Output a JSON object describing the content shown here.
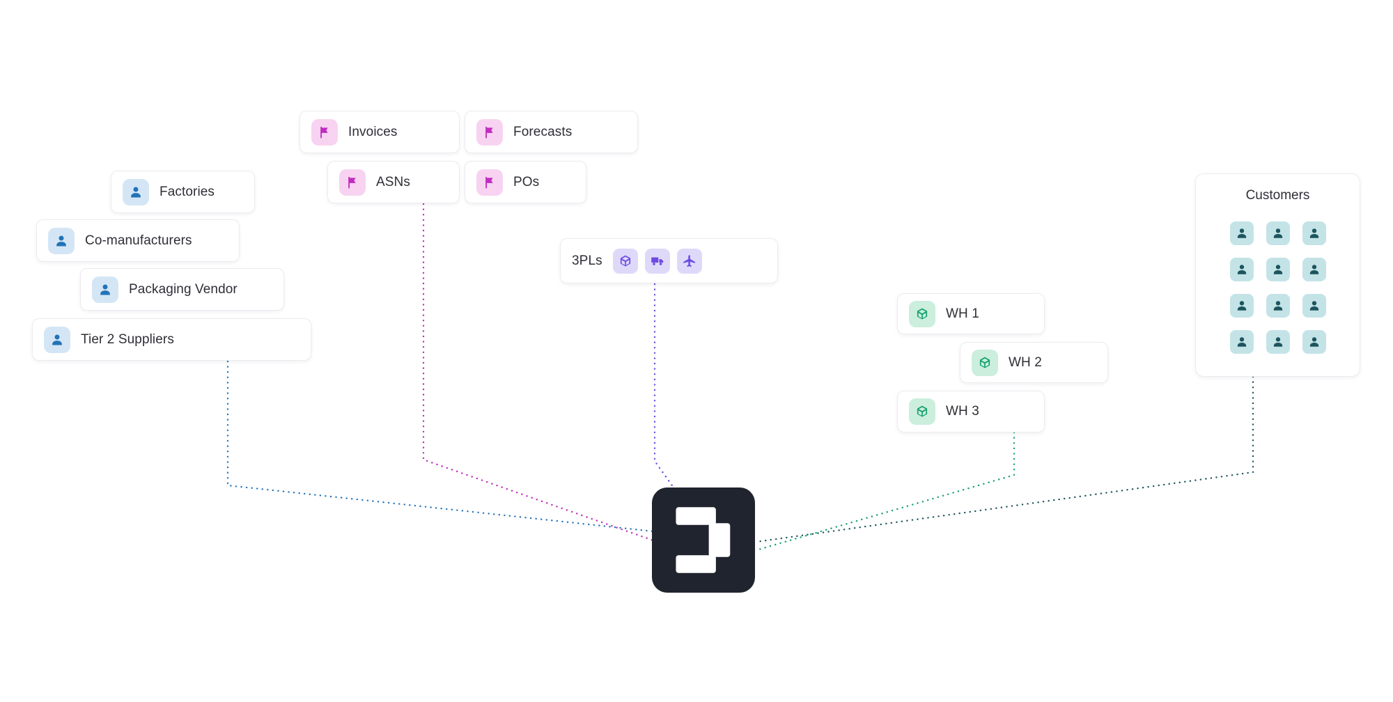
{
  "nodes": {
    "suppliers": [
      {
        "label": "Factories"
      },
      {
        "label": "Co-manufacturers"
      },
      {
        "label": "Packaging Vendor"
      },
      {
        "label": "Tier 2 Suppliers"
      }
    ],
    "documents": [
      {
        "label": "Invoices"
      },
      {
        "label": "Forecasts"
      },
      {
        "label": "ASNs"
      },
      {
        "label": "POs"
      }
    ],
    "logistics": {
      "label": "3PLs"
    },
    "warehouses": [
      {
        "label": "WH 1"
      },
      {
        "label": "WH 2"
      },
      {
        "label": "WH 3"
      }
    ],
    "customers": {
      "title": "Customers",
      "icon_rows": 4,
      "icon_cols": 3
    }
  },
  "icons": {
    "supplier": "person-icon",
    "document": "flag-icon",
    "logistics": [
      "package-icon",
      "truck-icon",
      "plane-icon"
    ],
    "warehouse": "package-icon",
    "customer": "person-icon"
  },
  "colors": {
    "accent_blue": "#2273b9",
    "accent_blue_bg": "#d4e6f5",
    "accent_magenta": "#c02cc0",
    "accent_magenta_bg": "#f7d3f1",
    "accent_purple": "#6d49e2",
    "accent_purple_bg": "#ded9f9",
    "accent_green": "#14a06e",
    "accent_green_bg": "#cbeedd",
    "accent_teal_dark": "#1d545e",
    "accent_teal_bg": "#c3e3e7",
    "logo_bg": "#20242e",
    "card_border": "#ececf0",
    "text": "#2e2e36"
  }
}
